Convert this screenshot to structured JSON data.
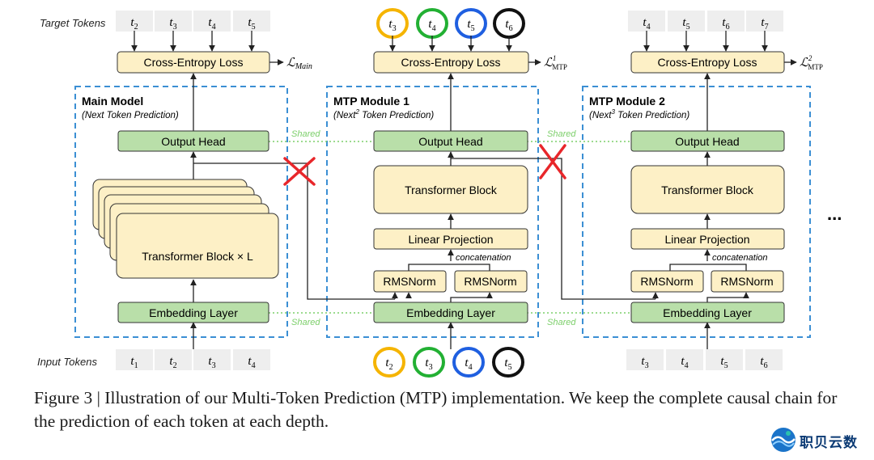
{
  "labels": {
    "target_tokens": "Target Tokens",
    "input_tokens": "Input Tokens",
    "shared": "Shared",
    "concatenation": "concatenation",
    "ellipsis": "..."
  },
  "main": {
    "title": "Main Model",
    "subtitle": "(Next Token Prediction)",
    "loss_box": "Cross-Entropy Loss",
    "loss_symbol": "ℒ",
    "loss_sub": "Main",
    "output_head": "Output Head",
    "transformer": "Transformer Block × L",
    "embedding": "Embedding Layer",
    "targets": [
      {
        "b": "t",
        "s": "2"
      },
      {
        "b": "t",
        "s": "3"
      },
      {
        "b": "t",
        "s": "4"
      },
      {
        "b": "t",
        "s": "5"
      }
    ],
    "inputs": [
      {
        "b": "t",
        "s": "1"
      },
      {
        "b": "t",
        "s": "2"
      },
      {
        "b": "t",
        "s": "3"
      },
      {
        "b": "t",
        "s": "4"
      }
    ]
  },
  "mtp1": {
    "title": "MTP Module 1",
    "subtitle_pre": "(Next",
    "subtitle_sup": "2",
    "subtitle_post": " Token Prediction)",
    "loss_box": "Cross-Entropy Loss",
    "loss_symbol": "ℒ",
    "loss_sup": "1",
    "loss_sub": "MTP",
    "output_head": "Output Head",
    "transformer": "Transformer Block",
    "linear": "Linear Projection",
    "rms_left": "RMSNorm",
    "rms_right": "RMSNorm",
    "embedding": "Embedding Layer",
    "targets": [
      {
        "b": "t",
        "s": "3"
      },
      {
        "b": "t",
        "s": "4"
      },
      {
        "b": "t",
        "s": "5"
      },
      {
        "b": "t",
        "s": "6"
      }
    ],
    "inputs": [
      {
        "b": "t",
        "s": "2"
      },
      {
        "b": "t",
        "s": "3"
      },
      {
        "b": "t",
        "s": "4"
      },
      {
        "b": "t",
        "s": "5"
      }
    ]
  },
  "mtp2": {
    "title": "MTP Module 2",
    "subtitle_pre": "(Next",
    "subtitle_sup": "3",
    "subtitle_post": " Token Prediction)",
    "loss_box": "Cross-Entropy Loss",
    "loss_symbol": "ℒ",
    "loss_sup": "2",
    "loss_sub": "MTP",
    "output_head": "Output Head",
    "transformer": "Transformer Block",
    "linear": "Linear Projection",
    "rms_left": "RMSNorm",
    "rms_right": "RMSNorm",
    "embedding": "Embedding Layer",
    "targets": [
      {
        "b": "t",
        "s": "4"
      },
      {
        "b": "t",
        "s": "5"
      },
      {
        "b": "t",
        "s": "6"
      },
      {
        "b": "t",
        "s": "7"
      }
    ],
    "inputs": [
      {
        "b": "t",
        "s": "3"
      },
      {
        "b": "t",
        "s": "4"
      },
      {
        "b": "t",
        "s": "5"
      },
      {
        "b": "t",
        "s": "6"
      }
    ]
  },
  "highlight_ring_colors": [
    "#f5b400",
    "#22b033",
    "#1f5fe0",
    "#111111"
  ],
  "colors": {
    "yellow_box": "#fdf0c6",
    "green_box": "#b9dfa9",
    "token_bg": "#eeeeee",
    "dashed_border": "#3b8fd4",
    "shared_line": "#7ccf6a",
    "red_cross": "#e8262a",
    "logo_blue": "#0b3a74"
  },
  "caption": "Figure 3 | Illustration of our Multi-Token Prediction (MTP) implementation.  We keep the complete causal chain for the prediction of each token at each depth.",
  "logo": {
    "icon": "wave-globe-icon",
    "text": "职贝云数"
  }
}
